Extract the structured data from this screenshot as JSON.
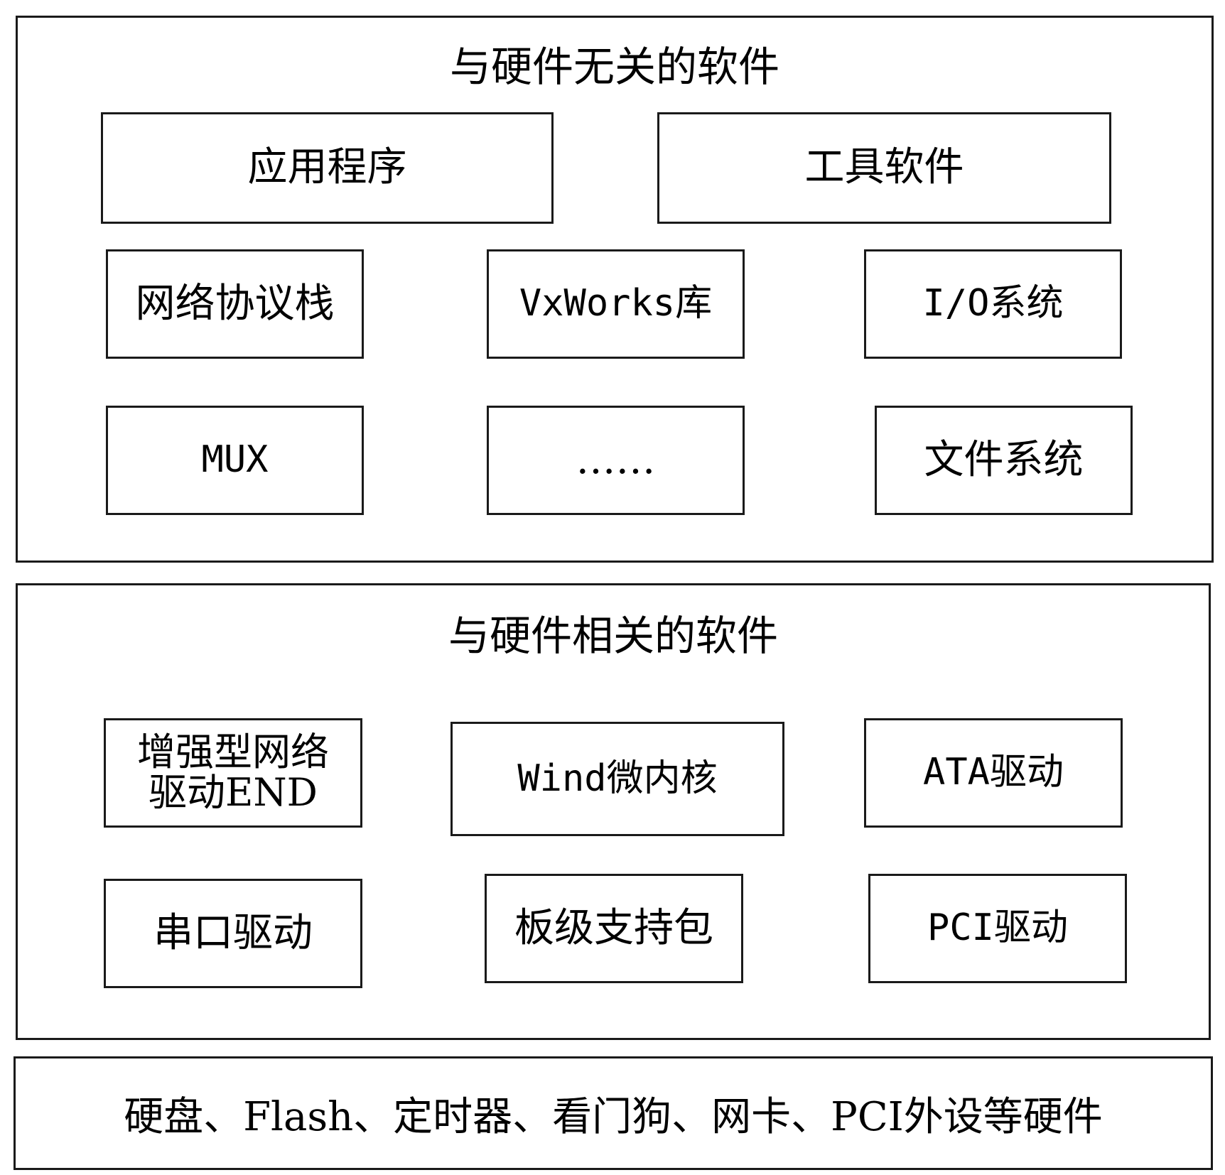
{
  "independent": {
    "title": "与硬件无关的软件",
    "items": {
      "app": "应用程序",
      "tools": "工具软件",
      "netstack": "网络协议栈",
      "vxlib": "VxWorks库",
      "io": "I/O系统",
      "mux": "MUX",
      "ellipsis": "……",
      "fs": "文件系统"
    }
  },
  "dependent": {
    "title": "与硬件相关的软件",
    "items": {
      "end_line1": "增强型网络",
      "end_line2": "驱动END",
      "wind": "Wind微内核",
      "ata": "ATA驱动",
      "serial": "串口驱动",
      "bsp": "板级支持包",
      "pci": "PCI驱动"
    }
  },
  "hardware": {
    "text": "硬盘、Flash、定时器、看门狗、网卡、PCI外设等硬件"
  }
}
